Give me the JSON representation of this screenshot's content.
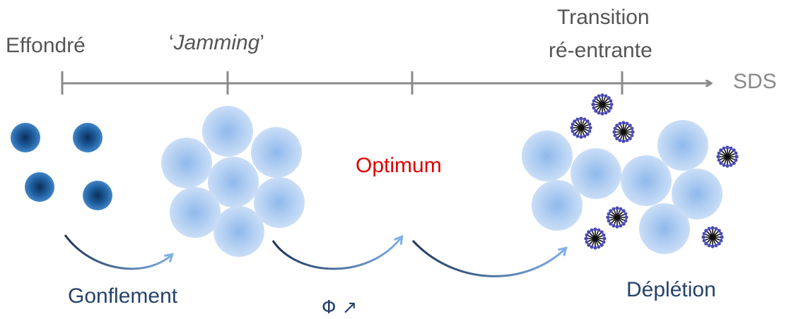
{
  "diagram": {
    "axis": {
      "label": "SDS"
    },
    "states": {
      "collapsed": "Effondré",
      "jamming_open": "‘",
      "jamming": "Jamming",
      "jamming_close": "’",
      "transition_line1": "Transition",
      "transition_line2": "ré-entrante",
      "optimum": "Optimum"
    },
    "processes": {
      "swelling": "Gonflement",
      "fraction_increase": "Φ ↗",
      "depletion": "Déplétion"
    },
    "colors": {
      "axis": "#8a8a8a",
      "optimum": "#dd0000",
      "process_text": "#27436b",
      "dense_particle": "#2e6fae",
      "swollen_particle": "#bcd6f4",
      "micelle_core": "#111111",
      "micelle_head": "#4a4ab0"
    }
  }
}
